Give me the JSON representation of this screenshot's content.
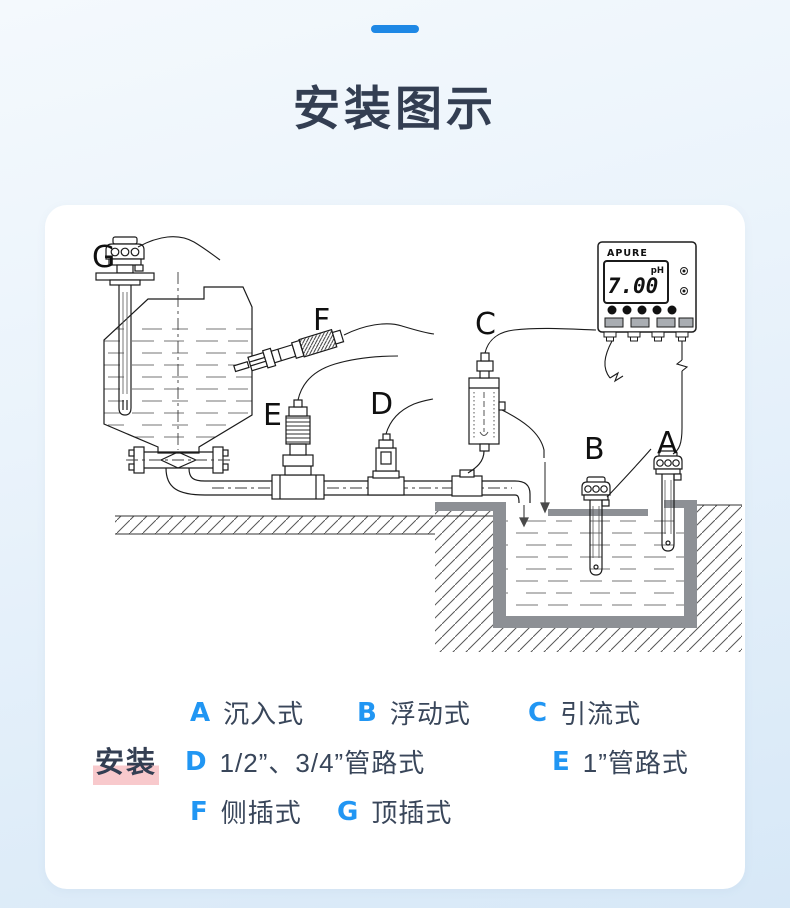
{
  "page": {
    "title": "安装图示"
  },
  "meter": {
    "brand": "APURE",
    "reading": "7.00",
    "unit": "pH"
  },
  "diagram": {
    "markers": [
      {
        "letter": "A"
      },
      {
        "letter": "B"
      },
      {
        "letter": "C"
      },
      {
        "letter": "D"
      },
      {
        "letter": "E"
      },
      {
        "letter": "F"
      },
      {
        "letter": "G"
      }
    ]
  },
  "legend": {
    "heading": "安装",
    "items": [
      {
        "key": "A",
        "label": "沉入式"
      },
      {
        "key": "B",
        "label": "浮动式"
      },
      {
        "key": "C",
        "label": "引流式"
      },
      {
        "key": "D",
        "label": "1/2”、3/4”管路式"
      },
      {
        "key": "E",
        "label": "1”管路式"
      },
      {
        "key": "F",
        "label": "侧插式"
      },
      {
        "key": "G",
        "label": "顶插式"
      }
    ]
  },
  "colors": {
    "accent": "#1e88e5",
    "legend_key_blue": "#2196f3",
    "text_dark": "#333e52",
    "highlight_pink": "#f8c9cc"
  }
}
